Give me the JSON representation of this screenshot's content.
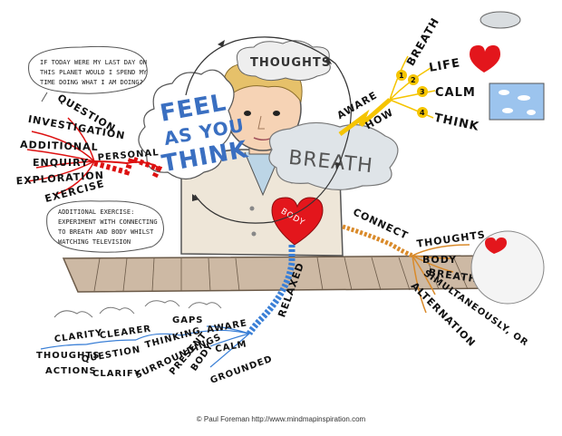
{
  "center": {
    "feel_line1": "FEEL",
    "feel_line2": "AS YOU",
    "feel_line3": "THINK",
    "thoughts": "THOUGHTS",
    "breath_cloud": "BREATH",
    "body_heart": "BODY"
  },
  "personal": {
    "label": "PERSONAL",
    "branches": [
      "QUESTION",
      "INVESTIGATION",
      "ADDITIONAL",
      "ENQUIRY",
      "EXPLORATION",
      "EXERCISE"
    ],
    "question_bubble": [
      "IF TODAY WERE MY LAST DAY ON",
      "THIS PLANET WOULD I SPEND MY",
      "TIME DOING WHAT I AM DOING?"
    ],
    "exercise_bubble": [
      "ADDITIONAL EXERCISE:",
      "EXPERIMENT WITH CONNECTING",
      "TO BREATH AND BODY WHILST",
      "WATCHING TELEVISION"
    ]
  },
  "aware": {
    "label": "AWARE",
    "how": "HOW",
    "steps": [
      {
        "num": "1",
        "text": "BREATH"
      },
      {
        "num": "2",
        "text": "LIFE"
      },
      {
        "num": "3",
        "text": "CALM"
      },
      {
        "num": "4",
        "text": "THINK"
      }
    ]
  },
  "connect": {
    "label": "CONNECT",
    "items": [
      "THOUGHTS",
      "BODY",
      "BREATH",
      "SIMULTANEOUSLY, OR",
      "ALTERNATION"
    ]
  },
  "relaxed": {
    "label": "RELAXED",
    "items": [
      "AWARE",
      "CALM",
      "GROUNDED",
      "BODY",
      "PRESENT",
      "SURROUNDINGS",
      "THINKING",
      "GAPS",
      "CLEARER",
      "QUESTION",
      "CLARIFY",
      "CLARITY",
      "THOUGHTS",
      "ACTIONS"
    ]
  },
  "credit": "© Paul Foreman http://www.mindmapinspiration.com",
  "colors": {
    "personal": "#d11",
    "aware": "#f5c400",
    "connect": "#d98a2a",
    "relaxed": "#3a7fd6",
    "heart": "#e3161c",
    "skin": "#f6d3b5",
    "hair": "#e6c16a",
    "jacket": "#eee6d8",
    "table": "#cdb9a4"
  }
}
